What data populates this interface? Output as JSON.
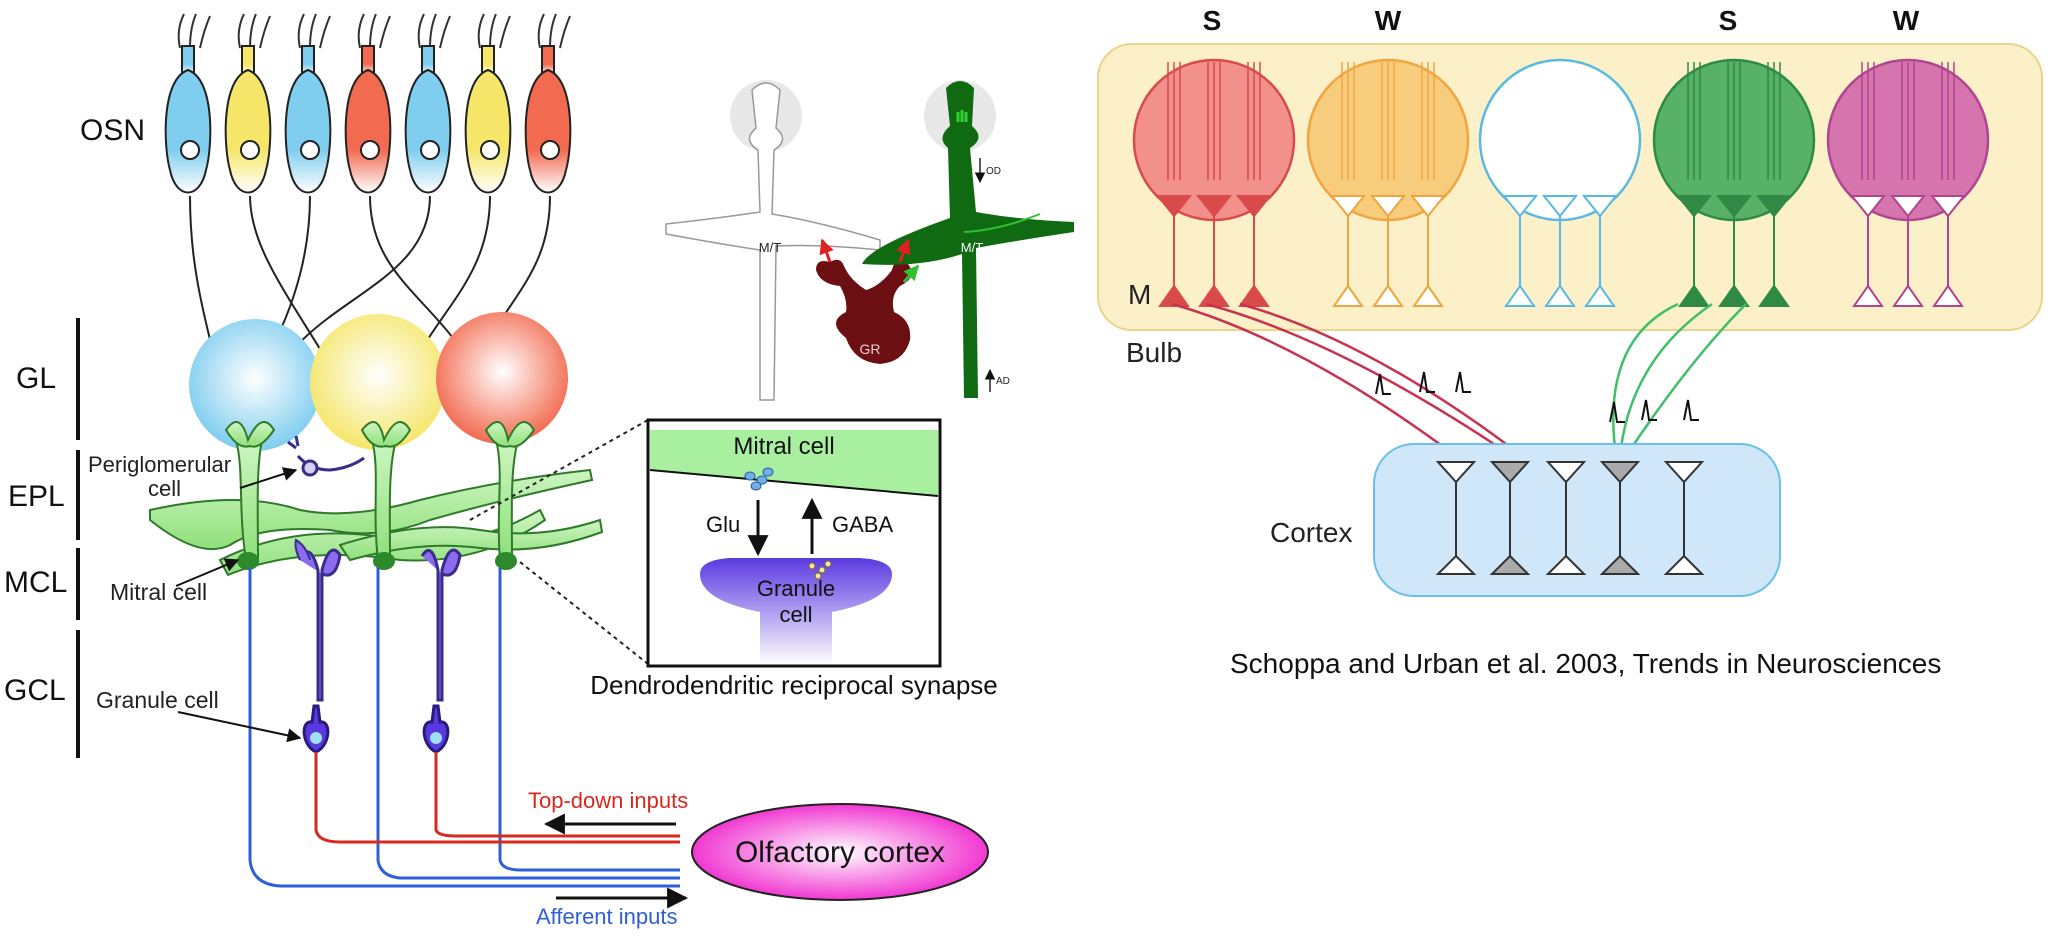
{
  "left_panel": {
    "labels": {
      "osn": "OSN",
      "gl": "GL",
      "epl": "EPL",
      "mcl": "MCL",
      "gcl": "GCL",
      "periglomerular_line1": "Periglomerular",
      "periglomerular_line2": "cell",
      "mitral_cell": "Mitral cell",
      "granule_cell": "Granule cell",
      "top_down": "Top-down inputs",
      "afferent": "Afferent inputs",
      "olfactory_cortex": "Olfactory cortex"
    },
    "inset": {
      "mitral": "Mitral cell",
      "glu": "Glu",
      "gaba": "GABA",
      "granule_line1": "Granule",
      "granule_line2": "cell",
      "caption": "Dendrodendritic reciprocal synapse"
    },
    "osn_colors": [
      "#7fcdef",
      "#f5e66a",
      "#7fcdef",
      "#f26a4f",
      "#7fcdef",
      "#f5e66a",
      "#f26a4f"
    ],
    "glomerulus_colors": [
      "#9fd8f5",
      "#f7ef8c",
      "#f58a7a"
    ],
    "colors": {
      "green_cell": "#9be68a",
      "granule": "#6a4ae0",
      "top_down": "#d9281d",
      "afferent": "#2f5fd8",
      "cortex": "#ee10c8"
    }
  },
  "middle_panel": {
    "mt_left": "M/T",
    "mt_right": "M/T",
    "gr": "GR",
    "od": "OD",
    "ad": "AD",
    "colors": {
      "dark_green": "#0f6a12",
      "dark_red": "#6b0f12"
    }
  },
  "right_panel": {
    "top_labels": [
      "S",
      "W",
      "S",
      "W"
    ],
    "m_label": "M",
    "bulb": "Bulb",
    "cortex": "Cortex",
    "glomerulus_colors": [
      "#f08080",
      "#f6c66f",
      "#ffffff",
      "#3aa655",
      "#cf5fa8"
    ],
    "glomerulus_strokes": [
      "#d94a4a",
      "#f0a640",
      "#5ab9e3",
      "#2f8a45",
      "#b04590"
    ],
    "colors": {
      "bulb_fill": "#fbf0c8",
      "cortex_fill": "#cfe7f8",
      "red_axon": "#c8324f",
      "green_axon": "#3fbf6a"
    }
  },
  "caption": "Schoppa and Urban et al. 2003, Trends in Neurosciences"
}
